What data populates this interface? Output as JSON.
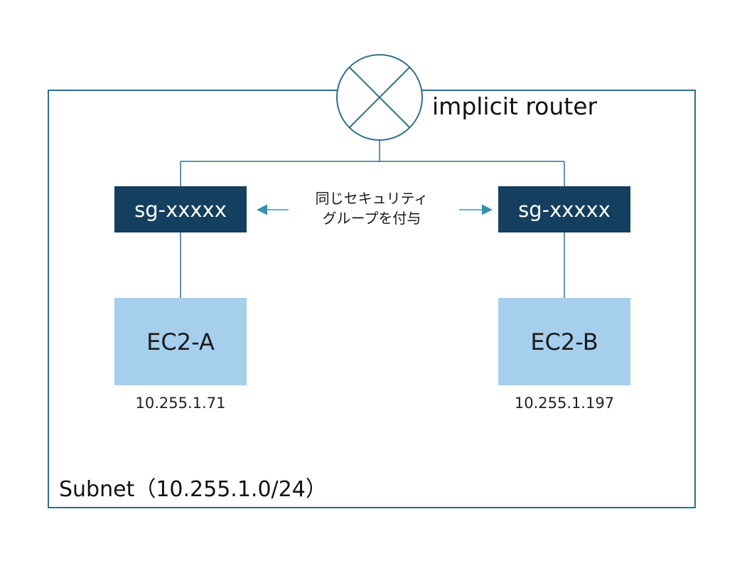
{
  "router": {
    "label": "implicit router",
    "icon": "router-x-icon"
  },
  "subnet": {
    "label": "Subnet（10.255.1.0/24）"
  },
  "security_groups": [
    {
      "label": "sg-xxxxx"
    },
    {
      "label": "sg-xxxxx"
    }
  ],
  "instances": [
    {
      "label": "EC2-A",
      "ip": "10.255.1.71"
    },
    {
      "label": "EC2-B",
      "ip": "10.255.1.197"
    }
  ],
  "note": {
    "line1": "同じセキュリティ",
    "line2": "グループを付与"
  },
  "colors": {
    "border": "#2f6f8a",
    "sg_fill": "#143f5e",
    "ec2_fill": "#a6cfee",
    "arrow": "#3a8fb0"
  }
}
